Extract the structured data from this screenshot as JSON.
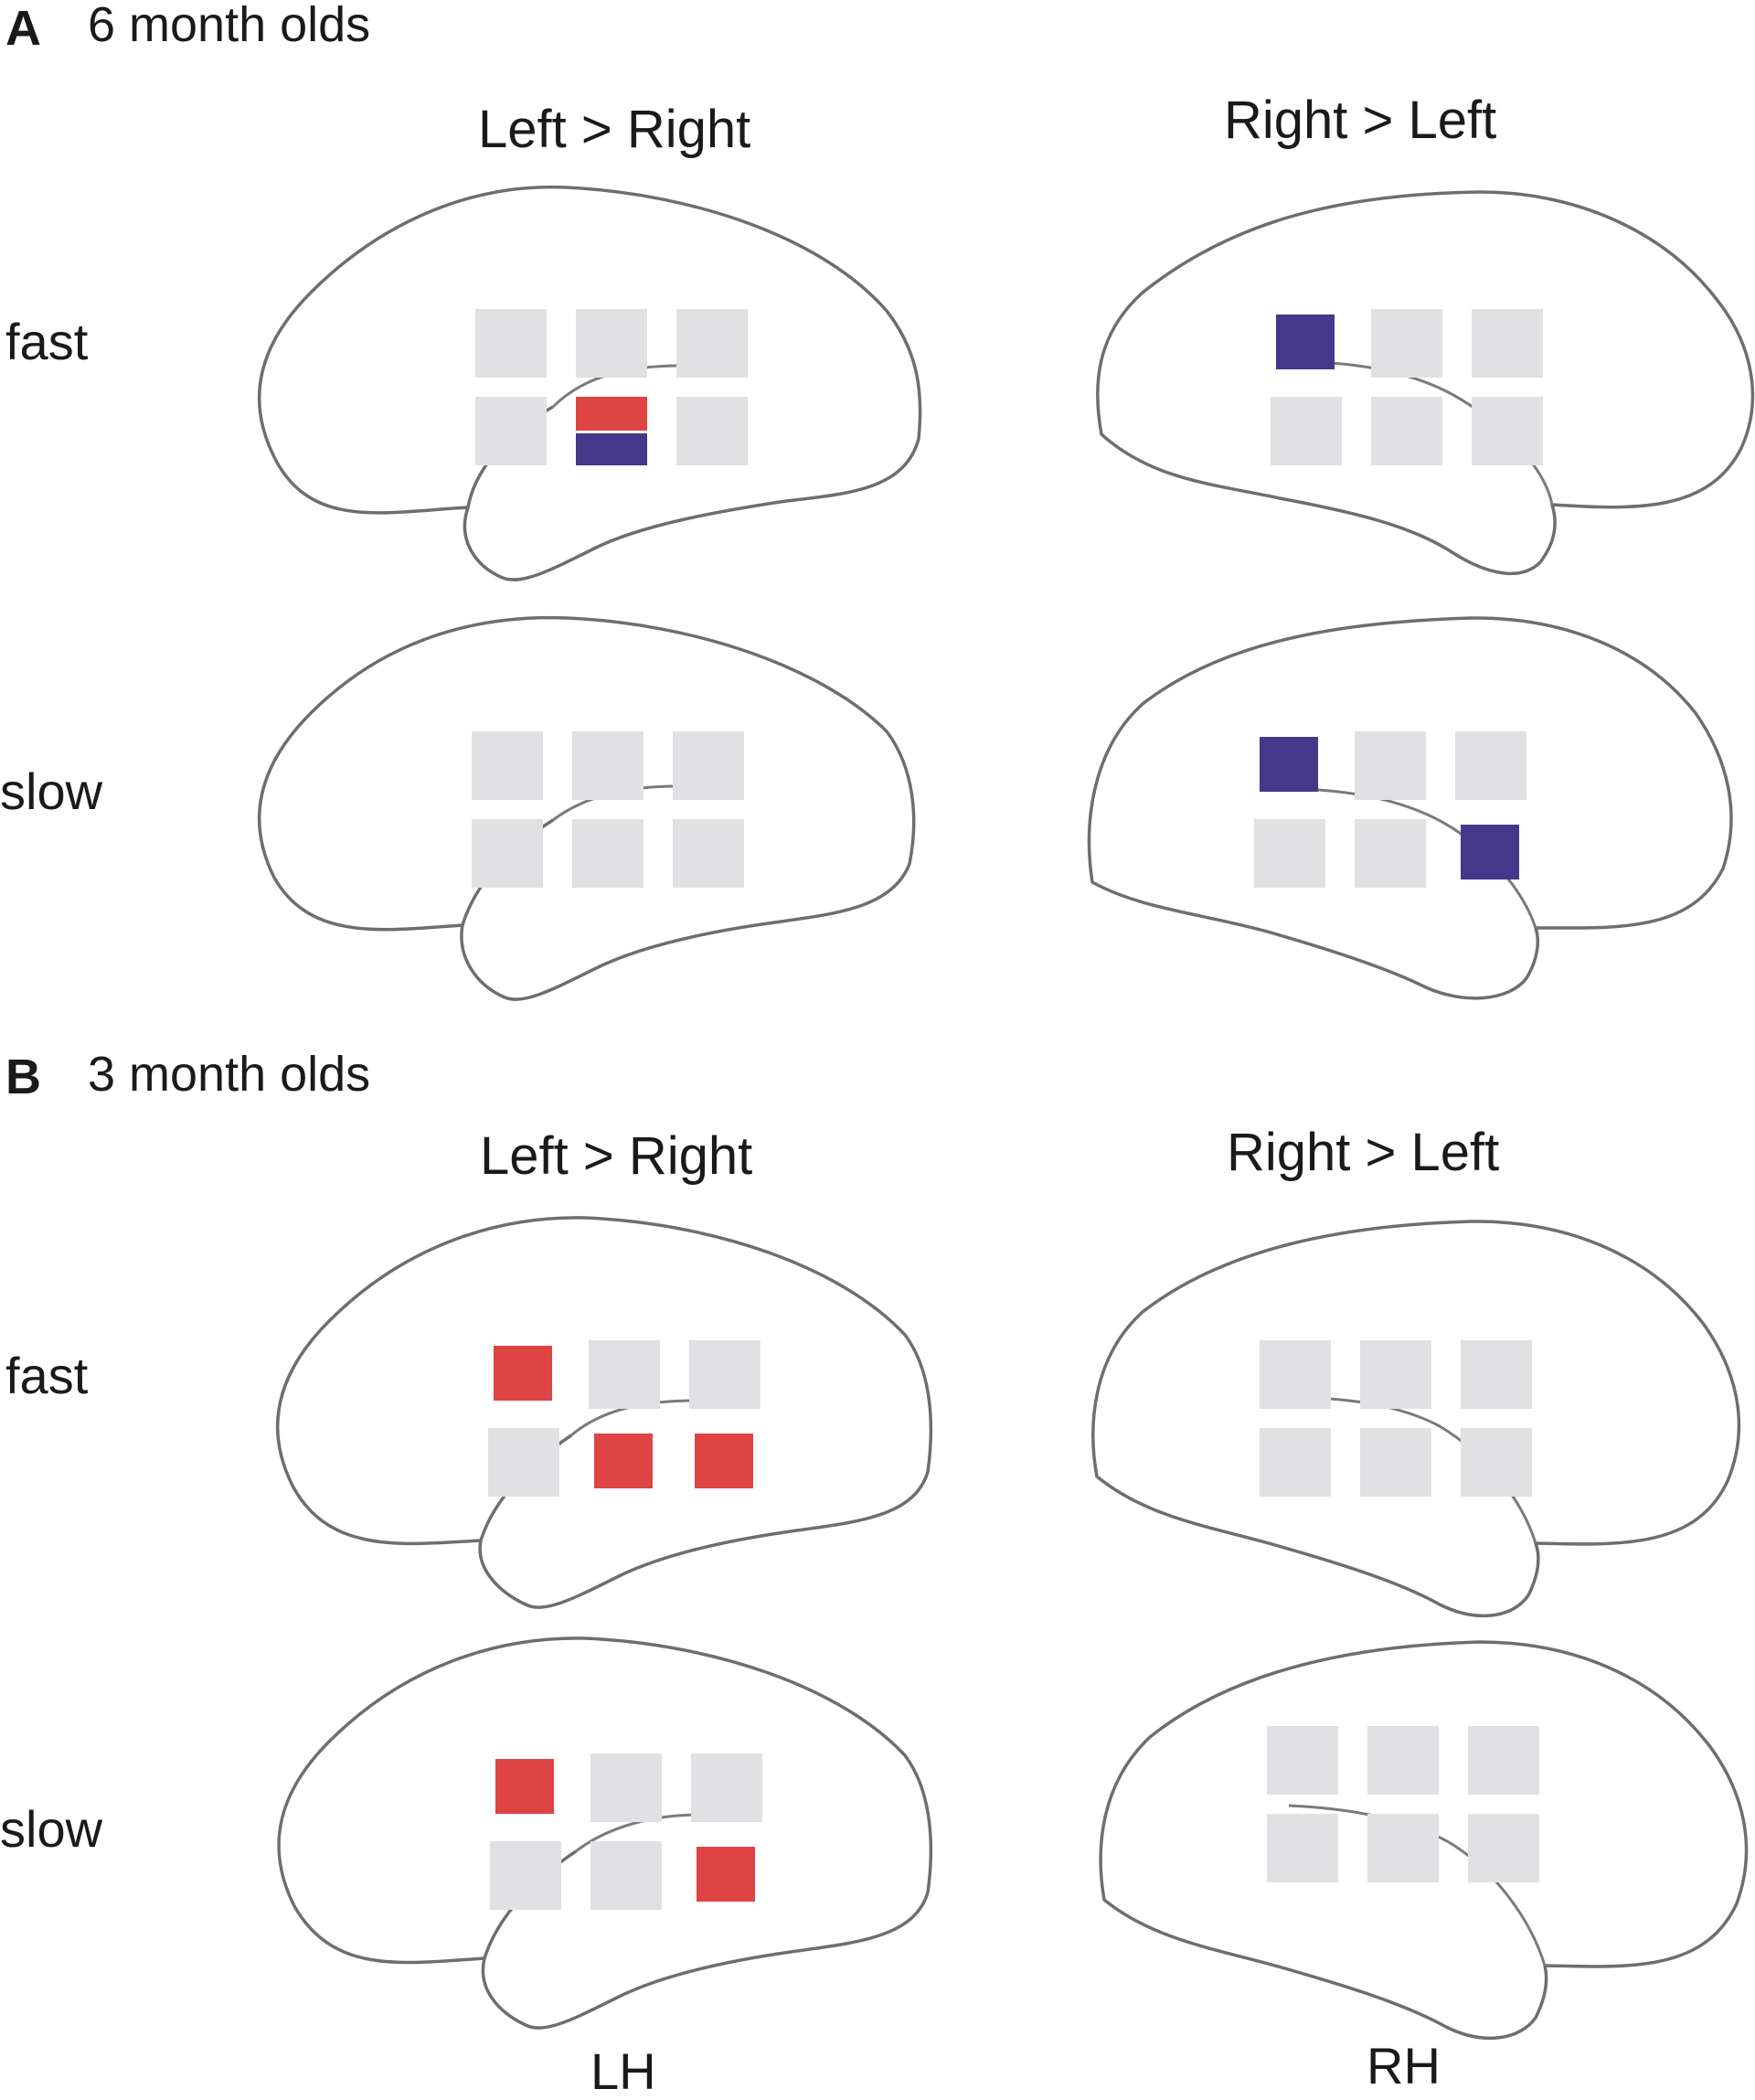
{
  "colors": {
    "channel_inactive": "#e1e1e3",
    "left_greater_right": "#de4444",
    "right_greater_left": "#45378a",
    "outline": "#6e6e6e"
  },
  "panels": [
    {
      "letter": "A",
      "title": "6 month olds",
      "columns": [
        "Left > Right",
        "Right > Left"
      ],
      "rows": [
        {
          "label": "fast",
          "lh_channels": [
            "none",
            "none",
            "none",
            "none",
            "both",
            "none"
          ],
          "rh_channels": [
            "R>L",
            "none",
            "none",
            "none",
            "none",
            "none"
          ]
        },
        {
          "label": "slow",
          "lh_channels": [
            "none",
            "none",
            "none",
            "none",
            "none",
            "none"
          ],
          "rh_channels": [
            "R>L",
            "none",
            "none",
            "none",
            "none",
            "R>L"
          ]
        }
      ]
    },
    {
      "letter": "B",
      "title": "3 month olds",
      "columns": [
        "Left > Right",
        "Right > Left"
      ],
      "rows": [
        {
          "label": "fast",
          "lh_channels": [
            "L>R",
            "none",
            "none",
            "none",
            "L>R",
            "L>R"
          ],
          "rh_channels": [
            "none",
            "none",
            "none",
            "none",
            "none",
            "none"
          ]
        },
        {
          "label": "slow",
          "lh_channels": [
            "L>R",
            "none",
            "none",
            "none",
            "none",
            "L>R"
          ],
          "rh_channels": [
            "none",
            "none",
            "none",
            "none",
            "none",
            "none"
          ]
        }
      ]
    }
  ],
  "hemispheres": {
    "left": "LH",
    "right": "RH"
  }
}
